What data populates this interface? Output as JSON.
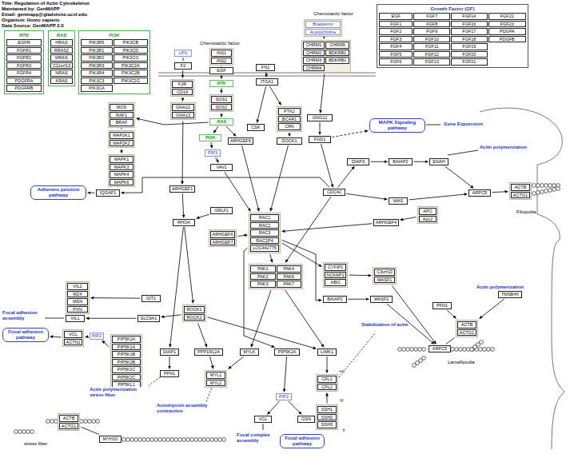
{
  "diagram": {
    "title": "Title: Regulation of Actin Cytoskeleton",
    "nodes": [
      {
        "text": [
          "RTK",
          "EGFR",
          "FGFR1",
          "FGFR2",
          "FGFR3",
          "FGFR4",
          "PDGFRA",
          "PDGFRB"
        ]
      },
      {
        "text": [
          "RAS",
          "HRAS",
          "RRAS2",
          "MRAS",
          "C11orf13",
          "NRAS",
          "KRAS"
        ]
      },
      {
        "text": [
          "PI3K",
          "PIK3R5",
          "PIK3R1",
          "PIK3R2",
          "PIK3R3",
          "PIK3R4",
          "PIK3C3",
          "PIK3CA",
          "PIK3CB",
          "PIK3CD",
          "PIK3CG",
          "PIK3C2A",
          "PIK3C2B",
          "PIK3C2G"
        ]
      },
      {
        "text": [
          "Growth Factor (GF)",
          "EGF",
          "FGF1",
          "FGF2",
          "FGF3",
          "FGF4",
          "FGF5",
          "FGF6",
          "FGF7",
          "FGF8",
          "FGF9",
          "FGF10",
          "FGF11",
          "FGF12",
          "FGF13",
          "FGF14",
          "FGF16",
          "FGF17",
          "FGF18",
          "FGF19",
          "FGF20",
          "FGF21",
          "FGF22",
          "FGF23",
          "PDGFA",
          "PDGFB"
        ]
      },
      {
        "text": [
          "INS1",
          "INS2"
        ]
      },
      {
        "text": [
          "LPS"
        ]
      },
      {
        "text": [
          "F2"
        ]
      },
      {
        "text": [
          "F2R",
          "CD14"
        ]
      },
      {
        "text": [
          "EGF"
        ]
      },
      {
        "text": [
          "RTK"
        ]
      },
      {
        "text": [
          "FN1"
        ]
      },
      {
        "text": [
          "ITGA1"
        ]
      },
      {
        "text": [
          "Bradykinin",
          "Acetylcholine"
        ]
      },
      {
        "text": [
          "CHRM1",
          "CHRM2",
          "CHRM3",
          "CHRM4",
          "CHRM5",
          "BDKRB1",
          "BDKRB2"
        ]
      },
      {
        "text": [
          "SOS1",
          "SOS2"
        ]
      },
      {
        "text": [
          "RAS"
        ]
      },
      {
        "text": [
          "PI3K"
        ]
      },
      {
        "text": [
          "PIP3"
        ]
      },
      {
        "text": [
          "VAV1"
        ]
      },
      {
        "text": [
          "GNA12",
          "GNA13"
        ]
      },
      {
        "text": [
          "MOS",
          "RAF1",
          "BRAF"
        ]
      },
      {
        "text": [
          "MAP2K1",
          "MAP2K2"
        ]
      },
      {
        "text": [
          "MAPK1",
          "MAPK3",
          "MAPK4",
          "MAPK6"
        ]
      },
      {
        "text": [
          "CSK"
        ]
      },
      {
        "text": [
          "ARHGEF6"
        ]
      },
      {
        "text": [
          "PTK2",
          "BCAR1",
          "CRK"
        ]
      },
      {
        "text": [
          "DOCK1"
        ]
      },
      {
        "text": [
          "GNG12"
        ]
      },
      {
        "text": [
          "FGD1"
        ]
      },
      {
        "text": [
          "MAPK Signaling pathway"
        ]
      },
      {
        "text": [
          "IQGAP1"
        ]
      },
      {
        "text": [
          "Adherens junction pathway"
        ]
      },
      {
        "text": [
          "CDC42"
        ]
      },
      {
        "text": [
          "DIAP3"
        ]
      },
      {
        "text": [
          "BAIAP2"
        ]
      },
      {
        "text": [
          "ENAH"
        ]
      },
      {
        "text": [
          "ARPC5"
        ]
      },
      {
        "text": [
          "ACTB",
          "ACTG1"
        ]
      },
      {
        "text": [
          "WAS"
        ]
      },
      {
        "text": [
          "APC",
          "Apc2"
        ]
      },
      {
        "text": [
          "ARHGEF4"
        ]
      },
      {
        "text": [
          "ARHGEF1"
        ]
      },
      {
        "text": [
          "GRLF1"
        ]
      },
      {
        "text": [
          "RHOA"
        ]
      },
      {
        "text": [
          "ARHGEF6",
          "ARHGEF7"
        ]
      },
      {
        "text": [
          "RAC1",
          "RAC2",
          "RAC3",
          "RAC1P4",
          "LOC442775"
        ]
      },
      {
        "text": [
          "CYFIP2",
          "NCKAP1",
          "ABI2"
        ]
      },
      {
        "text": [
          "C3orf10",
          "WASF1"
        ]
      },
      {
        "text": [
          "BAIAP2"
        ]
      },
      {
        "text": [
          "WASF2"
        ]
      },
      {
        "text": [
          "PAK1",
          "PAK2",
          "PAK3",
          "PAK4",
          "PAK6",
          "PAK7"
        ]
      },
      {
        "text": [
          "VIL2",
          "RDX",
          "MSN",
          "PXN"
        ]
      },
      {
        "text": [
          "GIT1"
        ]
      },
      {
        "text": [
          "SLC9A1"
        ]
      },
      {
        "text": [
          "VIL1"
        ]
      },
      {
        "text": [
          "Focal adhesion pathway"
        ]
      },
      {
        "text": [
          "VCL",
          "ACTN1"
        ]
      },
      {
        "text": [
          "PIP2"
        ]
      },
      {
        "text": [
          "ROCK1",
          "ROCK2"
        ]
      },
      {
        "text": [
          "PIP5K2A",
          "PIP5K1A",
          "PIP5K1B",
          "PIP5K2B",
          "PIP5K1C",
          "PIP5K2C",
          "PIP5KL1"
        ]
      },
      {
        "text": [
          "DIAP1"
        ]
      },
      {
        "text": [
          "PFN1"
        ]
      },
      {
        "text": [
          "PPP1R12A"
        ]
      },
      {
        "text": [
          "MYLK"
        ]
      },
      {
        "text": [
          "PIP5K2A"
        ]
      },
      {
        "text": [
          "LIMK1"
        ]
      },
      {
        "text": [
          "MYL1",
          "MYL2"
        ]
      },
      {
        "text": [
          "CFL1",
          "CFL2"
        ]
      },
      {
        "text": [
          "SSH1",
          "SSH2",
          "SSH3"
        ]
      },
      {
        "text": [
          "PIP2"
        ]
      },
      {
        "text": [
          "VCL"
        ]
      },
      {
        "text": [
          "GSN"
        ]
      },
      {
        "text": [
          "Focal adhesion pathway"
        ]
      },
      {
        "text": [
          "PFN1"
        ]
      },
      {
        "text": [
          "TMSB4X"
        ]
      },
      {
        "text": [
          "ACTB",
          "ACTG1"
        ]
      },
      {
        "text": [
          "ARPC5"
        ]
      },
      {
        "text": [
          "ACTB",
          "ACTG1"
        ]
      },
      {
        "text": [
          "MYH10"
        ]
      }
    ],
    "edges": [
      {
        "from": 4,
        "to": 8,
        "arrow": "none"
      },
      {
        "from": 8,
        "to": 9,
        "arrow": "to"
      },
      {
        "from": 5,
        "to": 6,
        "arrow": "none"
      },
      {
        "from": 6,
        "to": 7,
        "arrow": "to"
      },
      {
        "from": 7,
        "to": 19,
        "arrow": "to"
      },
      {
        "from": 9,
        "to": 14,
        "arrow": "to"
      },
      {
        "from": 14,
        "to": 15,
        "arrow": "to"
      },
      {
        "from": 15,
        "to": 16,
        "arrow": "to"
      },
      {
        "from": 16,
        "to": 17,
        "arrow": "to"
      },
      {
        "from": 17,
        "to": 18,
        "arrow": "to"
      },
      {
        "from": 15,
        "to": 20,
        "arrow": "to"
      },
      {
        "from": 20,
        "to": 21,
        "arrow": "to"
      },
      {
        "from": 21,
        "to": 22,
        "arrow": "to"
      },
      {
        "from": 15,
        "to": 24,
        "arrow": "to"
      },
      {
        "from": 10,
        "to": 11,
        "arrow": "to"
      },
      {
        "from": 11,
        "to": 23,
        "arrow": "to"
      },
      {
        "from": 11,
        "to": 25,
        "arrow": "to"
      },
      {
        "from": 25,
        "to": 26,
        "arrow": "to"
      },
      {
        "from": 12,
        "to": 13,
        "arrow": "to"
      },
      {
        "from": 13,
        "to": 27,
        "arrow": "to"
      },
      {
        "from": 27,
        "to": 28,
        "arrow": "to"
      },
      {
        "from": 28,
        "to": 32,
        "arrow": "to"
      },
      {
        "from": 28,
        "to": 29,
        "arrow": "to"
      },
      {
        "from": 26,
        "to": 45,
        "arrow": "to"
      },
      {
        "from": 18,
        "to": 45,
        "arrow": "to"
      },
      {
        "from": 24,
        "to": 45,
        "arrow": "to"
      },
      {
        "from": 19,
        "to": 41,
        "arrow": "to"
      },
      {
        "from": 41,
        "to": 43,
        "arrow": "to"
      },
      {
        "from": 42,
        "to": 43,
        "arrow": "to"
      },
      {
        "from": 44,
        "to": 45,
        "arrow": "to"
      },
      {
        "from": 32,
        "to": 30,
        "arrow": "to"
      },
      {
        "from": 30,
        "to": 31,
        "arrow": "to"
      },
      {
        "from": 32,
        "to": 33,
        "arrow": "to"
      },
      {
        "from": 33,
        "to": 34,
        "arrow": "to"
      },
      {
        "from": 34,
        "to": 35,
        "arrow": "to"
      },
      {
        "from": 35,
        "to": 36,
        "arrow": "to"
      },
      {
        "from": 36,
        "to": 37,
        "arrow": "to"
      },
      {
        "from": 32,
        "to": 38,
        "arrow": "to"
      },
      {
        "from": 38,
        "to": 36,
        "arrow": "to"
      },
      {
        "from": 39,
        "to": 40,
        "arrow": "to"
      },
      {
        "from": 40,
        "to": 45,
        "arrow": "to"
      },
      {
        "from": 45,
        "to": 50,
        "arrow": "to"
      },
      {
        "from": 32,
        "to": 50,
        "arrow": "to"
      },
      {
        "from": 45,
        "to": 46,
        "arrow": "to"
      },
      {
        "from": 46,
        "to": 47,
        "arrow": "to"
      },
      {
        "from": 47,
        "to": 76,
        "arrow": "to"
      },
      {
        "from": 45,
        "to": 48,
        "arrow": "to"
      },
      {
        "from": 48,
        "to": 49,
        "arrow": "to"
      },
      {
        "from": 49,
        "to": 76,
        "arrow": "to"
      },
      {
        "from": 43,
        "to": 58,
        "arrow": "to"
      },
      {
        "from": 43,
        "to": 60,
        "arrow": "to"
      },
      {
        "from": 60,
        "to": 61,
        "arrow": "to"
      },
      {
        "from": 58,
        "to": 53,
        "arrow": "to"
      },
      {
        "from": 53,
        "to": 54,
        "arrow": "to"
      },
      {
        "from": 52,
        "to": 51,
        "arrow": "to"
      },
      {
        "from": 59,
        "to": 57,
        "arrow": "to"
      },
      {
        "from": 57,
        "to": 56,
        "arrow": "to"
      },
      {
        "from": 56,
        "to": 55,
        "arrow": "to"
      },
      {
        "from": 58,
        "to": 62,
        "arrow": "to"
      },
      {
        "from": 58,
        "to": 65,
        "arrow": "to"
      },
      {
        "from": 62,
        "to": 66,
        "arrow": "to"
      },
      {
        "from": 63,
        "to": 66,
        "arrow": "to"
      },
      {
        "from": 50,
        "to": 63,
        "arrow": "to"
      },
      {
        "from": 50,
        "to": 65,
        "arrow": "to"
      },
      {
        "from": 45,
        "to": 64,
        "arrow": "to"
      },
      {
        "from": 64,
        "to": 69,
        "arrow": "to"
      },
      {
        "from": 69,
        "to": 70,
        "arrow": "to"
      },
      {
        "from": 69,
        "to": 71,
        "arrow": "to"
      },
      {
        "from": 65,
        "to": 67,
        "arrow": "to"
      },
      {
        "from": 68,
        "to": 67,
        "arrow": "to"
      },
      {
        "from": 74,
        "to": 75,
        "arrow": "to"
      },
      {
        "from": 73,
        "to": 75,
        "arrow": "to"
      },
      {
        "from": 75,
        "to": 76,
        "arrow": "none"
      },
      {
        "from": 77,
        "to": 78,
        "arrow": "none"
      }
    ],
    "labels": [
      "Maintained by: GenMAPP",
      "Email: genmapp@gladstone.ucsf.edu",
      "Organism: Homo sapiens",
      "Data Source: GenMAPP 2.0",
      "Chemotactic factor",
      "Chemotactic factor",
      "Gene Expression",
      "Actin polymerization",
      "Filopodia",
      "Focal adhesion assembly",
      "Actin polymerization stress fiber",
      "Actomyosin assembly contraction",
      "Stabilization of actin",
      "Actin polymerization",
      "Lamellipodia",
      "stress fiber",
      "Focal complex assembly",
      "+p",
      "-p",
      "?"
    ]
  }
}
